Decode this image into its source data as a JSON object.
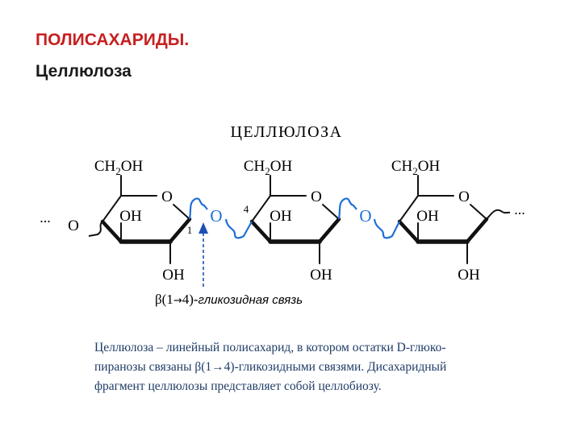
{
  "slide": {
    "title": "ПОЛИСАХАРИДЫ.",
    "subtitle": "Целлюлоза"
  },
  "diagram": {
    "heading": "ЦЕЛЛЮЛОЗА",
    "ch2oh_prefix": "CH",
    "ch2oh_sub": "2",
    "ch2oh_suffix": "OH",
    "ring_oxygen": "O",
    "oh": "OH",
    "bridge_oxygen": "O",
    "ellipsis": "...",
    "carbon_1_label": "1",
    "carbon_4_label": "4",
    "bond_label_prefix": "β(1",
    "bond_label_arrow": "→",
    "bond_label_middle": "4)-",
    "bond_label_italic": "гликозидная связь",
    "bridge_color": "#1f6fd6",
    "arrow_color": "#1f4fb5"
  },
  "caption": {
    "line1": "Целлюлоза – линейный полисахарид, в котором остатки D-глюко-",
    "line2": "пиранозы связаны β(1→4)-гликозидными связями. Дисахаридный",
    "line3": "фрагмент целлюлозы представляет собой целлобиозу."
  }
}
